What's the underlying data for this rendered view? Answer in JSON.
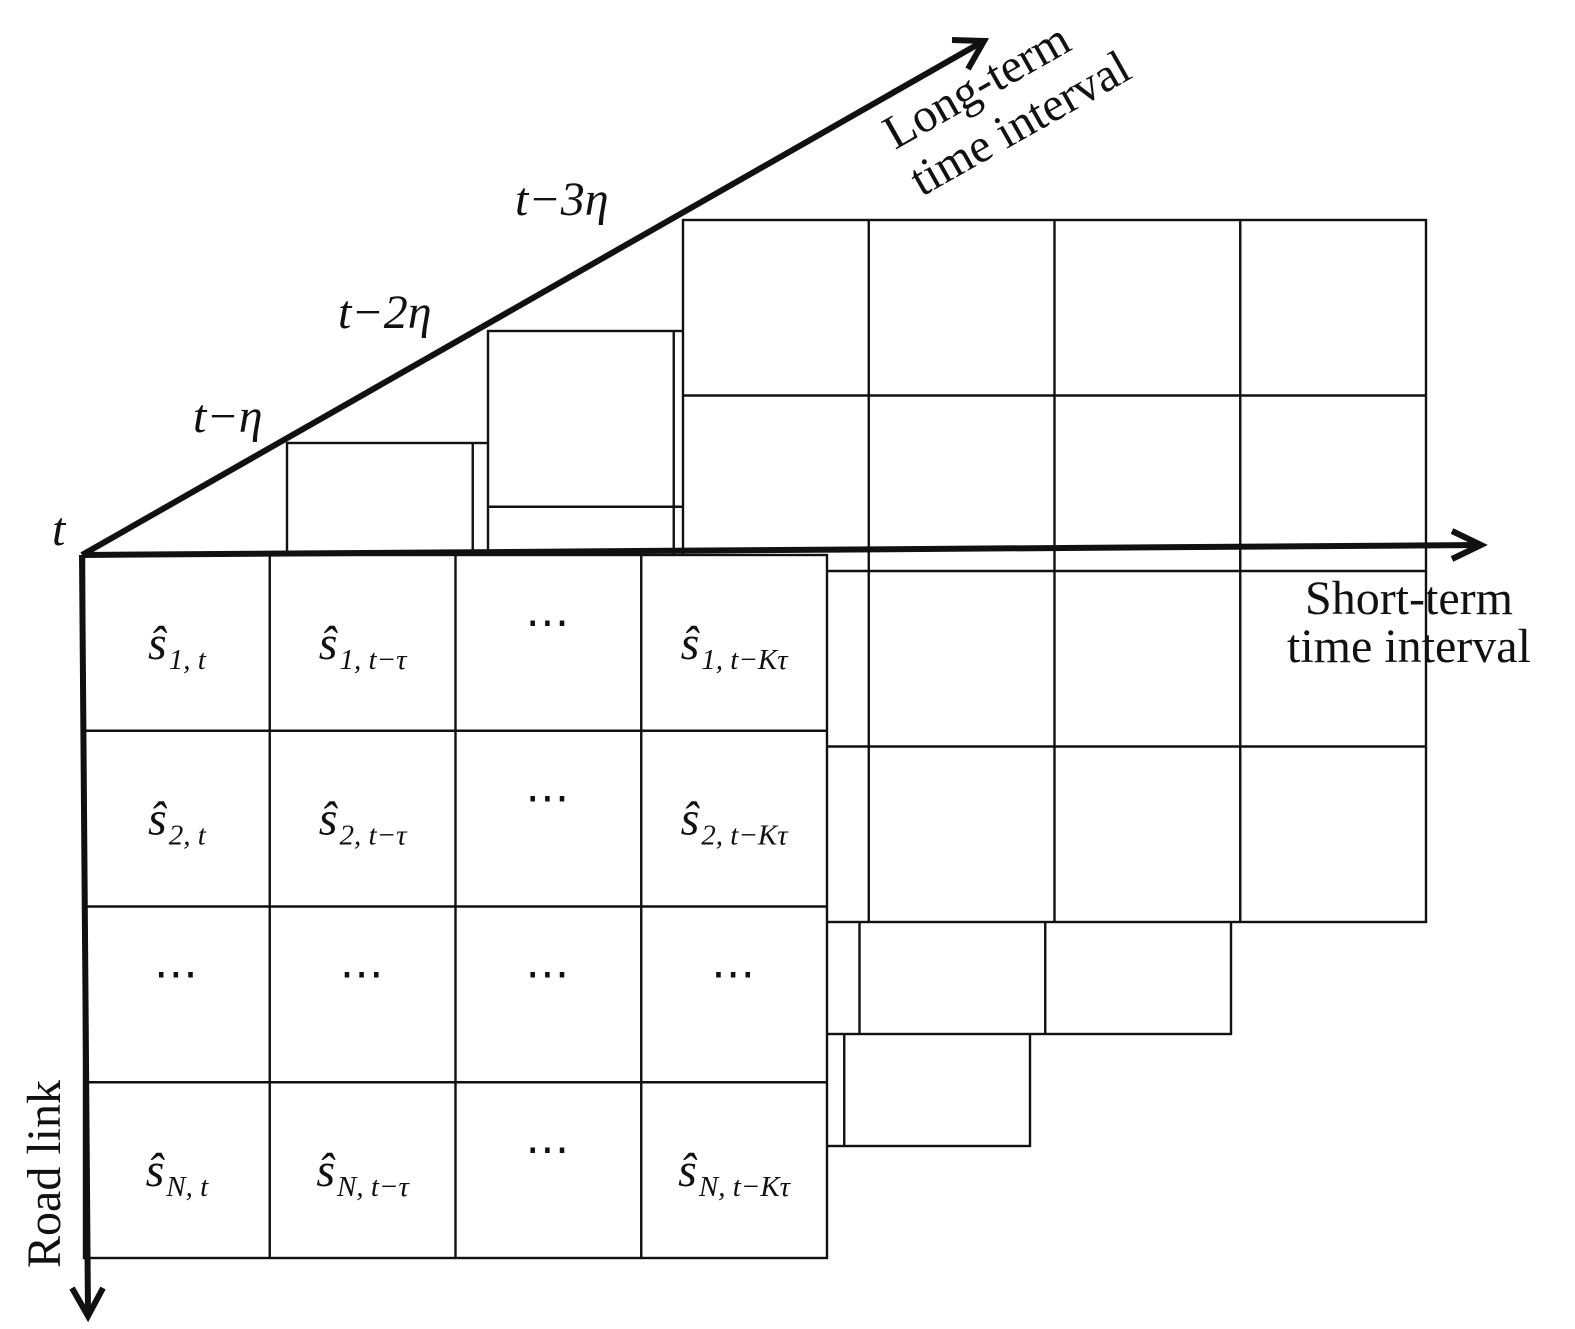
{
  "axes": {
    "origin_label": "t",
    "long_term": {
      "line1": "Long-term",
      "line2": "time interval"
    },
    "short_term": {
      "line1": "Short-term",
      "line2": "time interval"
    },
    "road_link": "Road link",
    "long_term_ticks": [
      "t−η",
      "t−2η",
      "t−3η"
    ]
  },
  "matrix": {
    "rows": [
      [
        {
          "base": "ŝ",
          "sub": "1, t"
        },
        {
          "base": "ŝ",
          "sub": "1, t−τ"
        },
        {
          "dots": "⋯"
        },
        {
          "base": "ŝ",
          "sub": "1, t−Kτ"
        }
      ],
      [
        {
          "base": "ŝ",
          "sub": "2, t"
        },
        {
          "base": "ŝ",
          "sub": "2, t−τ"
        },
        {
          "dots": "⋯"
        },
        {
          "base": "ŝ",
          "sub": "2, t−Kτ"
        }
      ],
      [
        {
          "dots": "⋯"
        },
        {
          "dots": "⋯"
        },
        {
          "dots": "⋯"
        },
        {
          "dots": "⋯"
        }
      ],
      [
        {
          "base": "ŝ",
          "sub": "N, t"
        },
        {
          "base": "ŝ",
          "sub": "N, t−τ"
        },
        {
          "dots": "⋯"
        },
        {
          "base": "ŝ",
          "sub": "N, t−Kτ"
        }
      ]
    ]
  },
  "layers_behind": 3,
  "colors": {
    "line": "#111111",
    "background": "#ffffff"
  }
}
